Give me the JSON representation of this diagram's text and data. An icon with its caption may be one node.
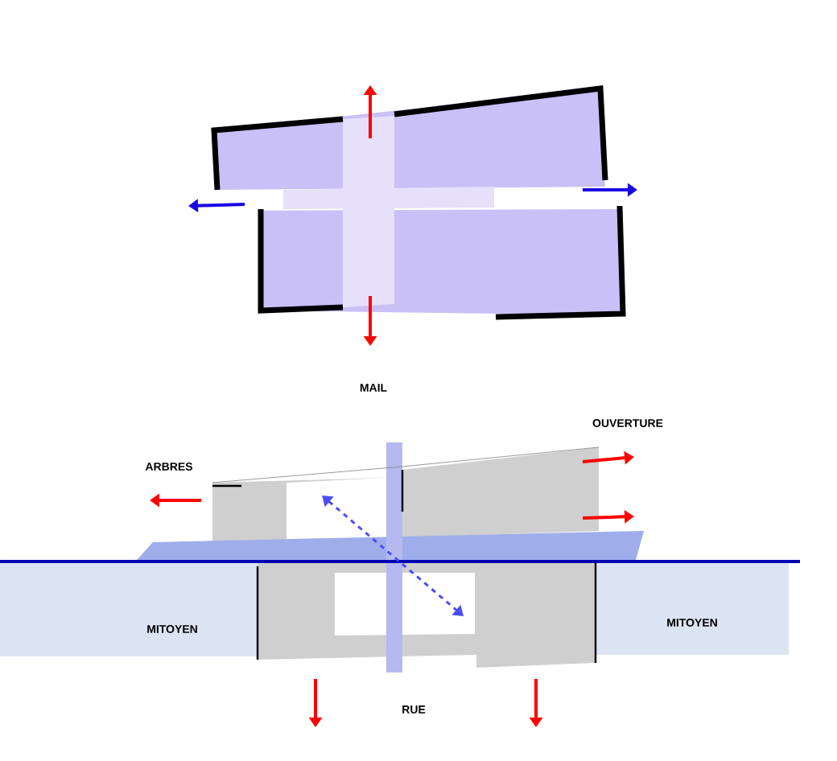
{
  "diagram": {
    "labels": [
      "MAIL",
      "OUVERTURE",
      "ARBRES",
      "MITOYEN",
      "MITOYEN",
      "RUE"
    ]
  }
}
